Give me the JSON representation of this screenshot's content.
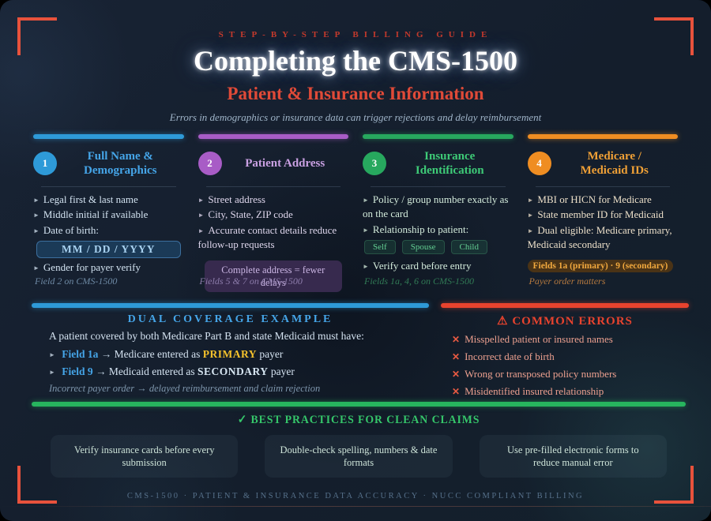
{
  "glyphs": {
    "bullet": "►",
    "arrow": "→",
    "warn": "⚠",
    "cross": "✕",
    "check": "✓"
  },
  "palette": {
    "background": "#15202e",
    "bracket_red": "#e8523c",
    "accent_blue": "#2e9ad8",
    "accent_purple": "#a85cc6",
    "accent_green": "#27a85e",
    "accent_orange": "#ef8d22",
    "error_red": "#e8432e",
    "gold": "#f5c22c",
    "title_white": "#ffffff"
  },
  "header": {
    "eyebrow": "STEP-BY-STEP BILLING GUIDE",
    "title": "Completing the CMS-1500",
    "subtitle": "Patient & Insurance Information",
    "tagline": "Errors in demographics or insurance data can trigger rejections and delay reimbursement"
  },
  "columns": [
    {
      "number": "1",
      "title": "Full Name & Demographics",
      "items": [
        "Legal first & last name",
        "Middle initial if available",
        "Date of birth:"
      ],
      "date_box": "MM / DD / YYYY",
      "item_after": "Gender for payer verify",
      "note": "Field 2 on CMS-1500"
    },
    {
      "number": "2",
      "title": "Patient Address",
      "items": [
        "Street address",
        "City, State, ZIP code",
        "Accurate contact details reduce follow-up requests"
      ],
      "callout": "Complete address = fewer delays",
      "note": "Fields 5 & 7 on CMS-1500"
    },
    {
      "number": "3",
      "title": "Insurance Identification",
      "items": [
        "Policy / group number exactly as on the card",
        "Relationship to patient:"
      ],
      "pills": [
        "Self",
        "Spouse",
        "Child"
      ],
      "item_after": "Verify card before entry",
      "note": "Fields 1a, 4, 6 on CMS-1500"
    },
    {
      "number": "4",
      "title": "Medicare / Medicaid IDs",
      "items": [
        "MBI or HICN for Medicare",
        "State member ID for Medicaid",
        "Dual eligible: Medicare primary, Medicaid secondary"
      ],
      "badge": "Fields 1a (primary) · 9 (secondary)",
      "note": "Payer order matters"
    }
  ],
  "dual": {
    "heading": "DUAL COVERAGE EXAMPLE",
    "intro": "A patient covered by both Medicare Part B and state Medicaid must have:",
    "rows": [
      {
        "field": "Field 1a",
        "before": "Medicare entered as",
        "emphasis": "PRIMARY",
        "after": "payer"
      },
      {
        "field": "Field 9",
        "before": "Medicaid entered as",
        "emphasis": "SECONDARY",
        "after": "payer"
      }
    ],
    "note": "Incorrect payer order → delayed reimbursement and claim rejection"
  },
  "errors": {
    "heading": "COMMON ERRORS",
    "items": [
      "Misspelled patient or insured names",
      "Incorrect date of birth",
      "Wrong or transposed policy numbers",
      "Misidentified insured relationship"
    ]
  },
  "best_practices": {
    "heading": "✓ BEST PRACTICES FOR CLEAN CLAIMS",
    "cards": [
      "Verify insurance cards before every submission",
      "Double-check spelling, numbers & date formats",
      "Use pre-filled electronic forms to reduce manual error"
    ]
  },
  "footer": {
    "text": "CMS-1500 · PATIENT & INSURANCE DATA ACCURACY · NUCC COMPLIANT BILLING"
  }
}
